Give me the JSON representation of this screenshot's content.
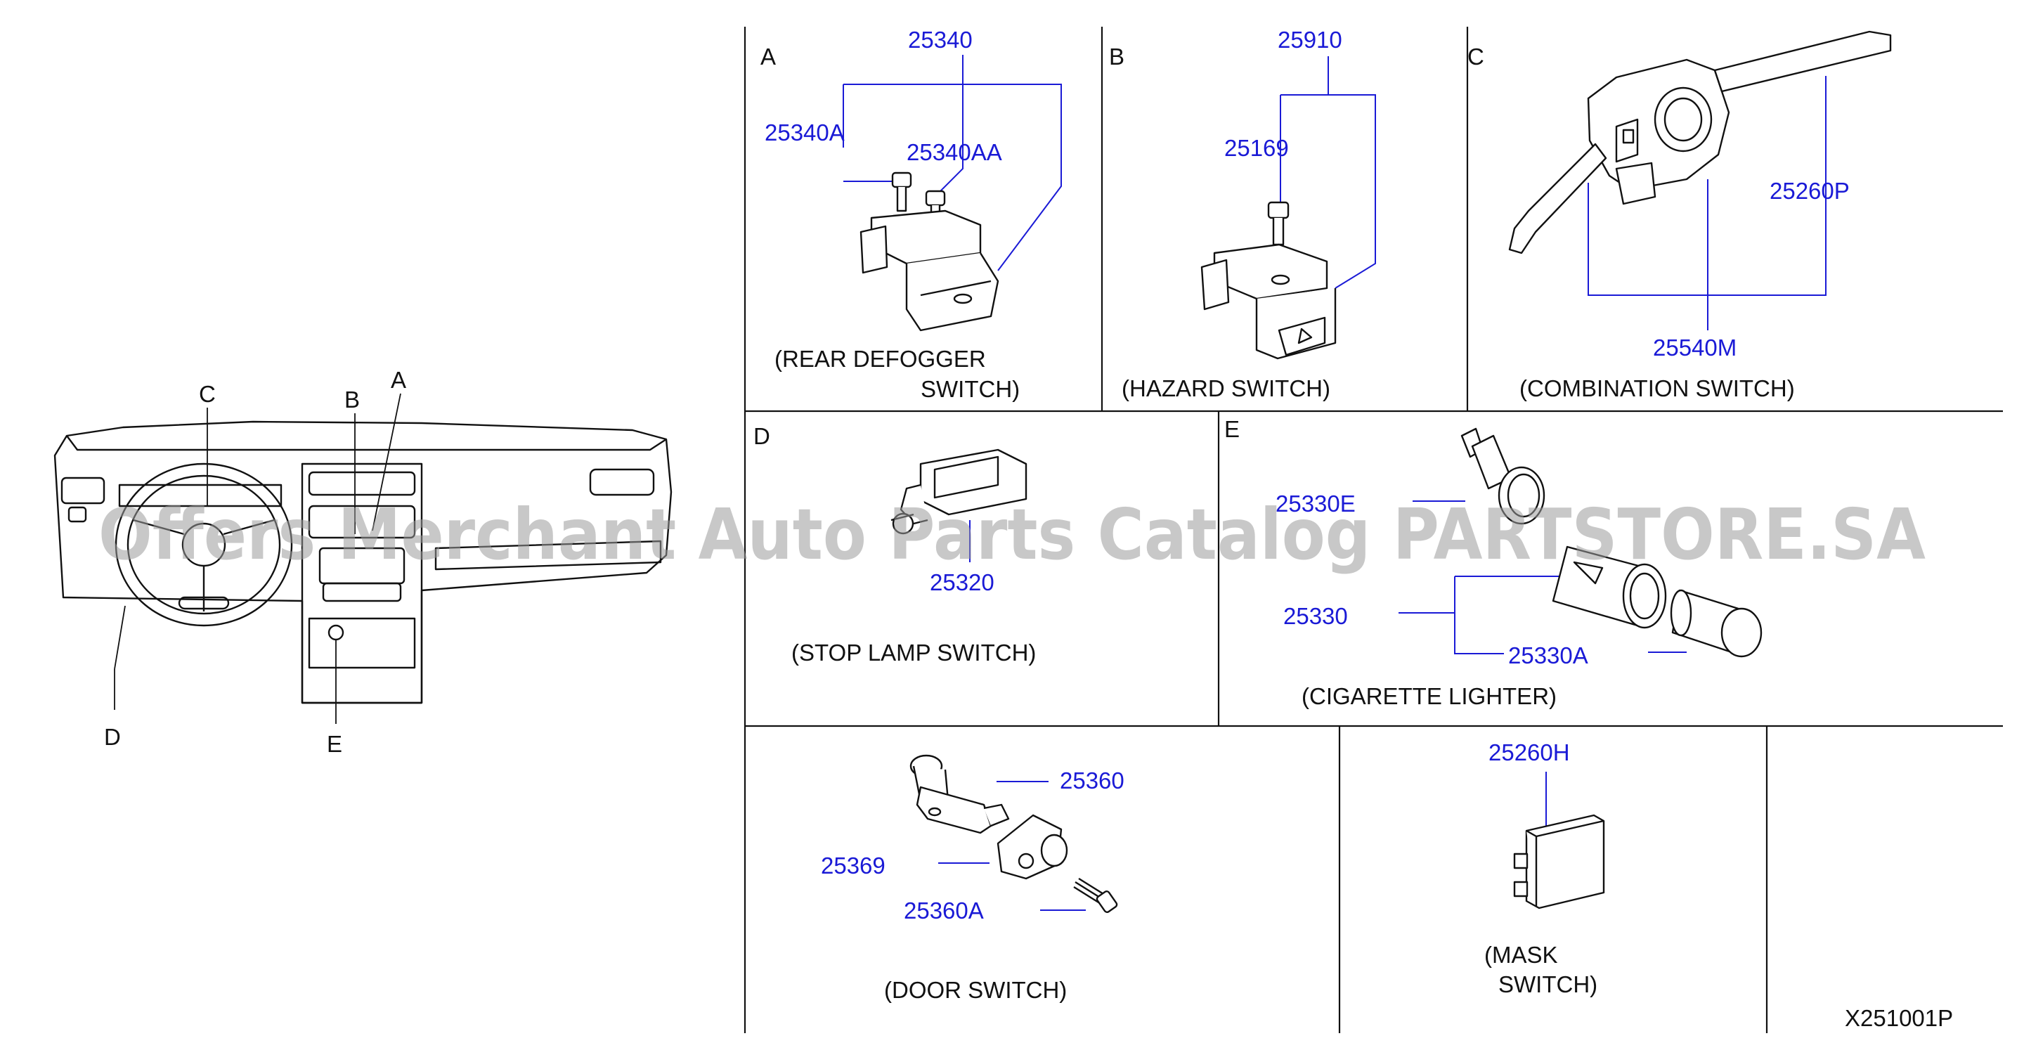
{
  "overview": {
    "labels": {
      "A": "A",
      "B": "B",
      "C": "C",
      "D": "D",
      "E": "E"
    }
  },
  "panels": {
    "A": {
      "letter": "A",
      "caption_line1": "(REAR   DEFOGGER",
      "caption_line2": "SWITCH)",
      "parts": [
        "25340",
        "25340A",
        "25340AA"
      ]
    },
    "B": {
      "letter": "B",
      "caption": "(HAZARD   SWITCH)",
      "parts": [
        "25910",
        "25169"
      ]
    },
    "C": {
      "letter": "C",
      "caption": "(COMBINATION   SWITCH)",
      "parts": [
        "25260P",
        "25540M"
      ]
    },
    "D": {
      "letter": "D",
      "caption": "(STOP   LAMP   SWITCH)",
      "parts": [
        "25320"
      ]
    },
    "E": {
      "letter": "E",
      "caption": "(CIGARETTE   LIGHTER)",
      "parts": [
        "25330E",
        "25330",
        "25330A"
      ]
    },
    "door": {
      "caption": "(DOOR   SWITCH)",
      "parts": [
        "25360",
        "25369",
        "25360A"
      ]
    },
    "mask": {
      "caption_line1": "(MASK",
      "caption_line2": "SWITCH)",
      "parts": [
        "25260H"
      ]
    }
  },
  "diagram_code": "X251001P",
  "watermark": "Offers Merchant Auto Parts Catalog PARTSTORE.SA"
}
